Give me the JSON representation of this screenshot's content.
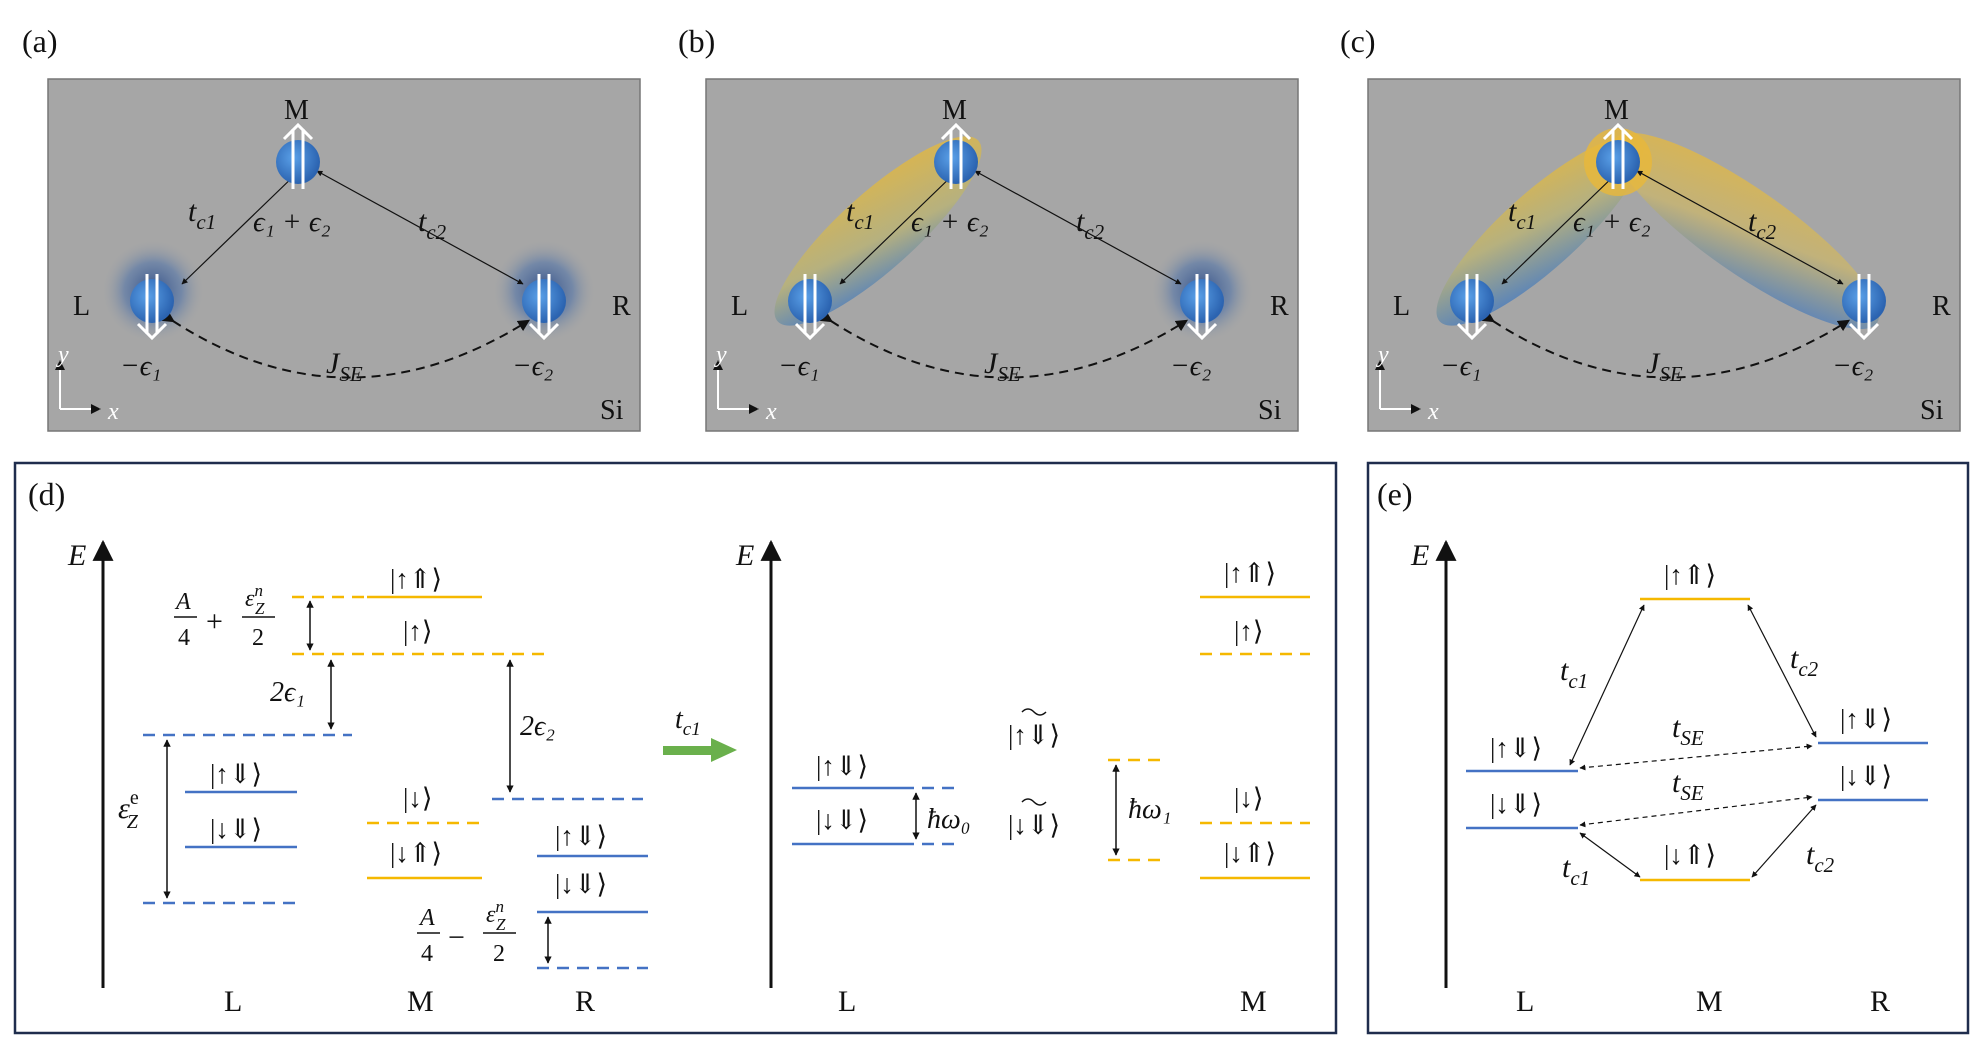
{
  "panels": {
    "a": {
      "label": "(a)"
    },
    "b": {
      "label": "(b)"
    },
    "c": {
      "label": "(c)"
    },
    "d": {
      "label": "(d)"
    },
    "e": {
      "label": "(e)"
    }
  },
  "top": {
    "dot_M": "M",
    "dot_L": "L",
    "dot_R": "R",
    "tc1": "t",
    "tc1_sub": "c1",
    "tc2": "t",
    "tc2_sub": "c2",
    "eps_sum": "ϵ₁ + ϵ₂",
    "eps_L": "−ϵ₁",
    "eps_R": "−ϵ₂",
    "jse": "J",
    "jse_sub": "SE",
    "axis_y": "y",
    "axis_x": "x",
    "substrate": "Si"
  },
  "panel_d": {
    "energy_axis": "E",
    "left": {
      "hf_up_term1_num": "A",
      "hf_up_term1_den": "4",
      "hf_up_plus": "+",
      "hf_up_term2_num": "ε",
      "hf_up_term2_sup": "n",
      "hf_up_term2_sub": "Z",
      "hf_up_term2_den": "2",
      "two_eps1": "2ϵ₁",
      "two_eps2": "2ϵ₂",
      "ez_e": "ε",
      "ez_e_sup": "e",
      "ez_e_sub": "Z",
      "L_up_dn": "|↑⇓⟩",
      "L_dn_dn": "|↓⇓⟩",
      "M_up_up": "|↑⇑⟩",
      "M_up": "|↑⟩",
      "M_dn": "|↓⟩",
      "M_dn_up": "|↓⇑⟩",
      "R_up_dn": "|↑⇓⟩",
      "R_dn_dn": "|↓⇓⟩",
      "hf_dn_term1_num": "A",
      "hf_dn_term1_den": "4",
      "hf_dn_minus": "−",
      "hf_dn_term2_num": "ε",
      "hf_dn_term2_sup": "n",
      "hf_dn_term2_sub": "Z",
      "hf_dn_term2_den": "2",
      "col_L": "L",
      "col_M": "M",
      "col_R": "R"
    },
    "arrow_label": "t",
    "arrow_label_sub": "c1",
    "right": {
      "energy_axis": "E",
      "L_up_dn": "|↑⇓⟩",
      "L_dn_dn": "|↓⇓⟩",
      "hw0": "ħω₀",
      "mix_up_dn": "|↑⇓⟩",
      "mix_dn_dn": "|↓⇓⟩",
      "hw1": "ħω₁",
      "M_up_up": "|↑⇑⟩",
      "M_up": "|↑⟩",
      "M_dn": "|↓⟩",
      "M_dn_up": "|↓⇑⟩",
      "col_L": "L",
      "col_M": "M"
    }
  },
  "panel_e": {
    "energy_axis": "E",
    "M_up_up": "|↑⇑⟩",
    "M_dn_up": "|↓⇑⟩",
    "L_up_dn": "|↑⇓⟩",
    "L_dn_dn": "|↓⇓⟩",
    "R_up_dn": "|↑⇓⟩",
    "R_dn_dn": "|↓⇓⟩",
    "tc1_top": "t",
    "tc1_top_sub": "c1",
    "tc2_top": "t",
    "tc2_top_sub": "c2",
    "tse_top": "t",
    "tse_top_sub": "SE",
    "tse_bot": "t",
    "tse_bot_sub": "SE",
    "tc1_bot": "t",
    "tc1_bot_sub": "c1",
    "tc2_bot": "t",
    "tc2_bot_sub": "c2",
    "col_L": "L",
    "col_M": "M",
    "col_R": "R"
  },
  "colors": {
    "gray_panel": "#a6a6a6",
    "dot_blue": "#3d7ec8",
    "level_blue": "#4472c4",
    "level_yellow": "#f5b800",
    "green_arrow": "#6ab04c",
    "frame_navy": "#1f2d4d"
  }
}
